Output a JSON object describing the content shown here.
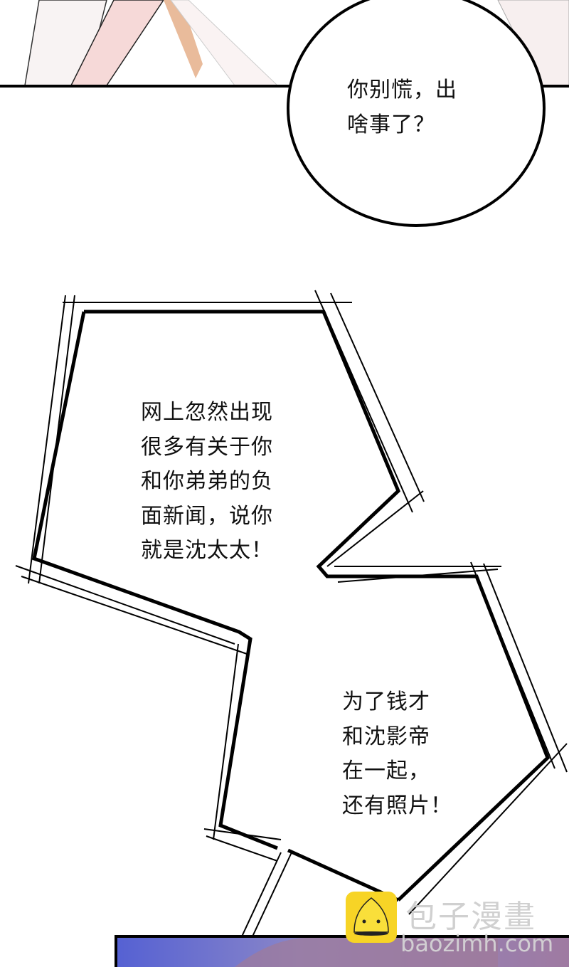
{
  "bubbles": [
    {
      "lines": [
        "你别慌，出",
        "啥事了？"
      ]
    },
    {
      "lines": [
        "网上忽然出现",
        "很多有关于你",
        "和你弟弟的负",
        "面新闻，说你",
        "就是沈太太！"
      ]
    },
    {
      "lines": [
        "为了钱才",
        "和沈影帝",
        "在一起，",
        "还有照片！"
      ]
    }
  ],
  "watermark": {
    "title": "包子漫畫",
    "url": "baozimh.com"
  },
  "colors": {
    "ink": "#000000",
    "skin": "#f6d6d4",
    "hair": "#e8b896",
    "panel_blue": "#5c6ad6",
    "panel_purple": "#9a7aa8",
    "logo_yellow": "#f7d426"
  }
}
